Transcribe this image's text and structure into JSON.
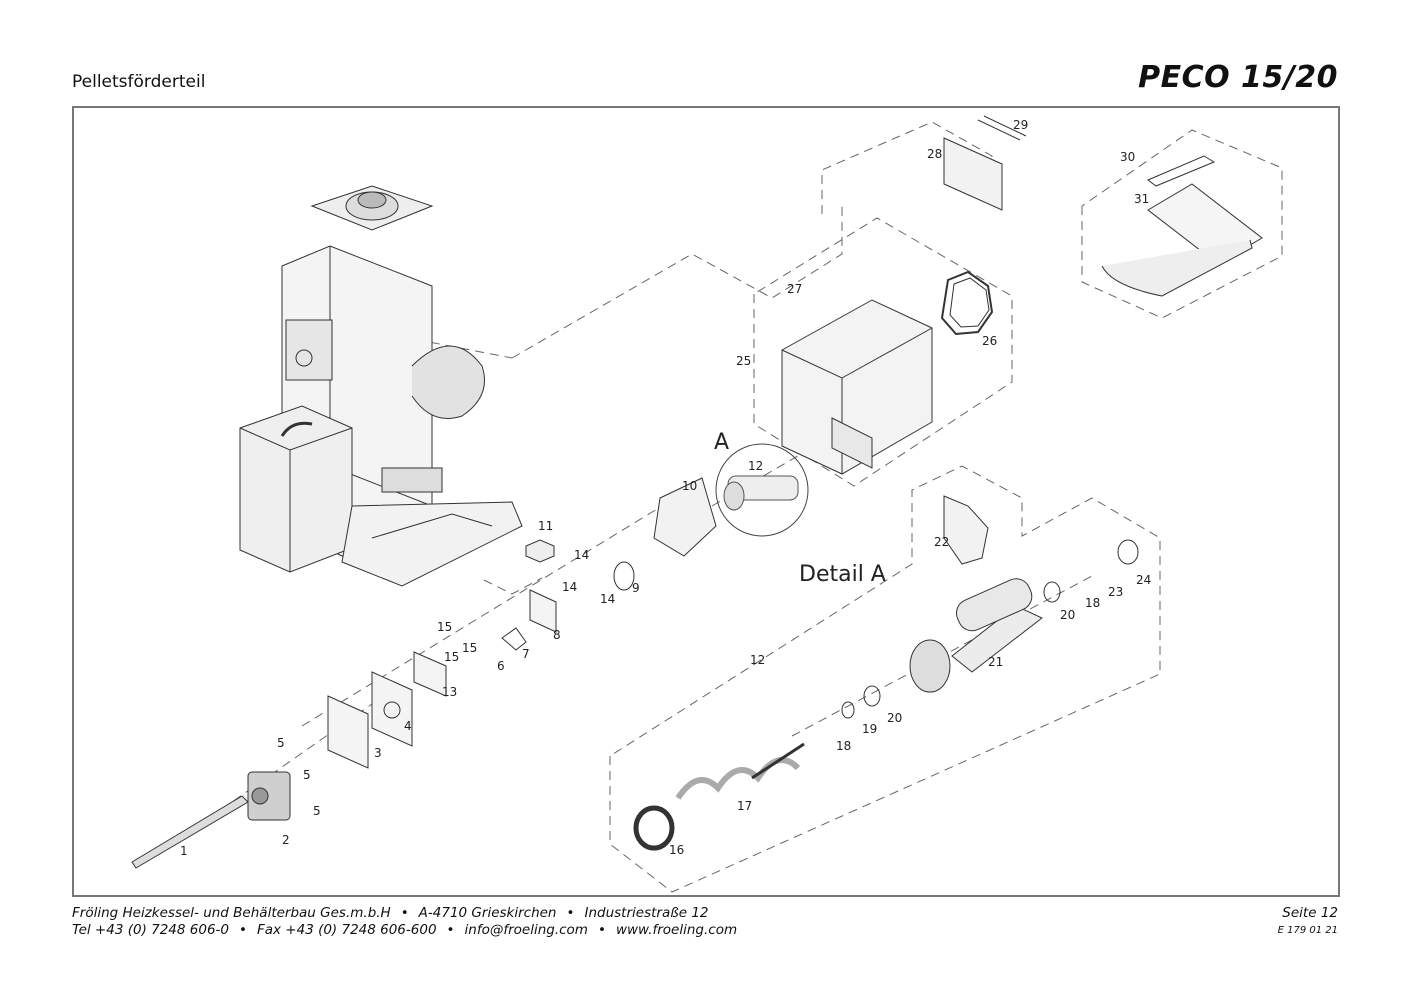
{
  "header": {
    "section_title": "Pelletsförderteil",
    "model": "PECO 15/20"
  },
  "callouts": {
    "c1": "1",
    "c2": "2",
    "c3": "3",
    "c4": "4",
    "c5a": "5",
    "c5b": "5",
    "c5c": "5",
    "c6": "6",
    "c7": "7",
    "c8": "8",
    "c9": "9",
    "c10": "10",
    "c11": "11",
    "c12a": "12",
    "c12b": "12",
    "c13": "13",
    "c14a": "14",
    "c14b": "14",
    "c14c": "14",
    "c15a": "15",
    "c15b": "15",
    "c15c": "15",
    "c16": "16",
    "c17": "17",
    "c18a": "18",
    "c18b": "18",
    "c19": "19",
    "c20a": "20",
    "c20b": "20",
    "c21": "21",
    "c22": "22",
    "c23": "23",
    "c24": "24",
    "c25": "25",
    "c26": "26",
    "c27": "27",
    "c28": "28",
    "c29": "29",
    "c30": "30",
    "c31": "31"
  },
  "detail": {
    "marker": "A",
    "label": "Detail A"
  },
  "footer": {
    "company": "Fröling Heizkessel- und Behälterbau Ges.m.b.H",
    "address_city": "A-4710 Grieskirchen",
    "address_street": "Industriestraße 12",
    "tel": "Tel +43 (0) 7248 606-0",
    "fax": "Fax +43 (0) 7248 606-600",
    "email": "info@froeling.com",
    "web": "www.froeling.com",
    "page": "Seite 12",
    "doc_number": "E 179 01 21"
  }
}
